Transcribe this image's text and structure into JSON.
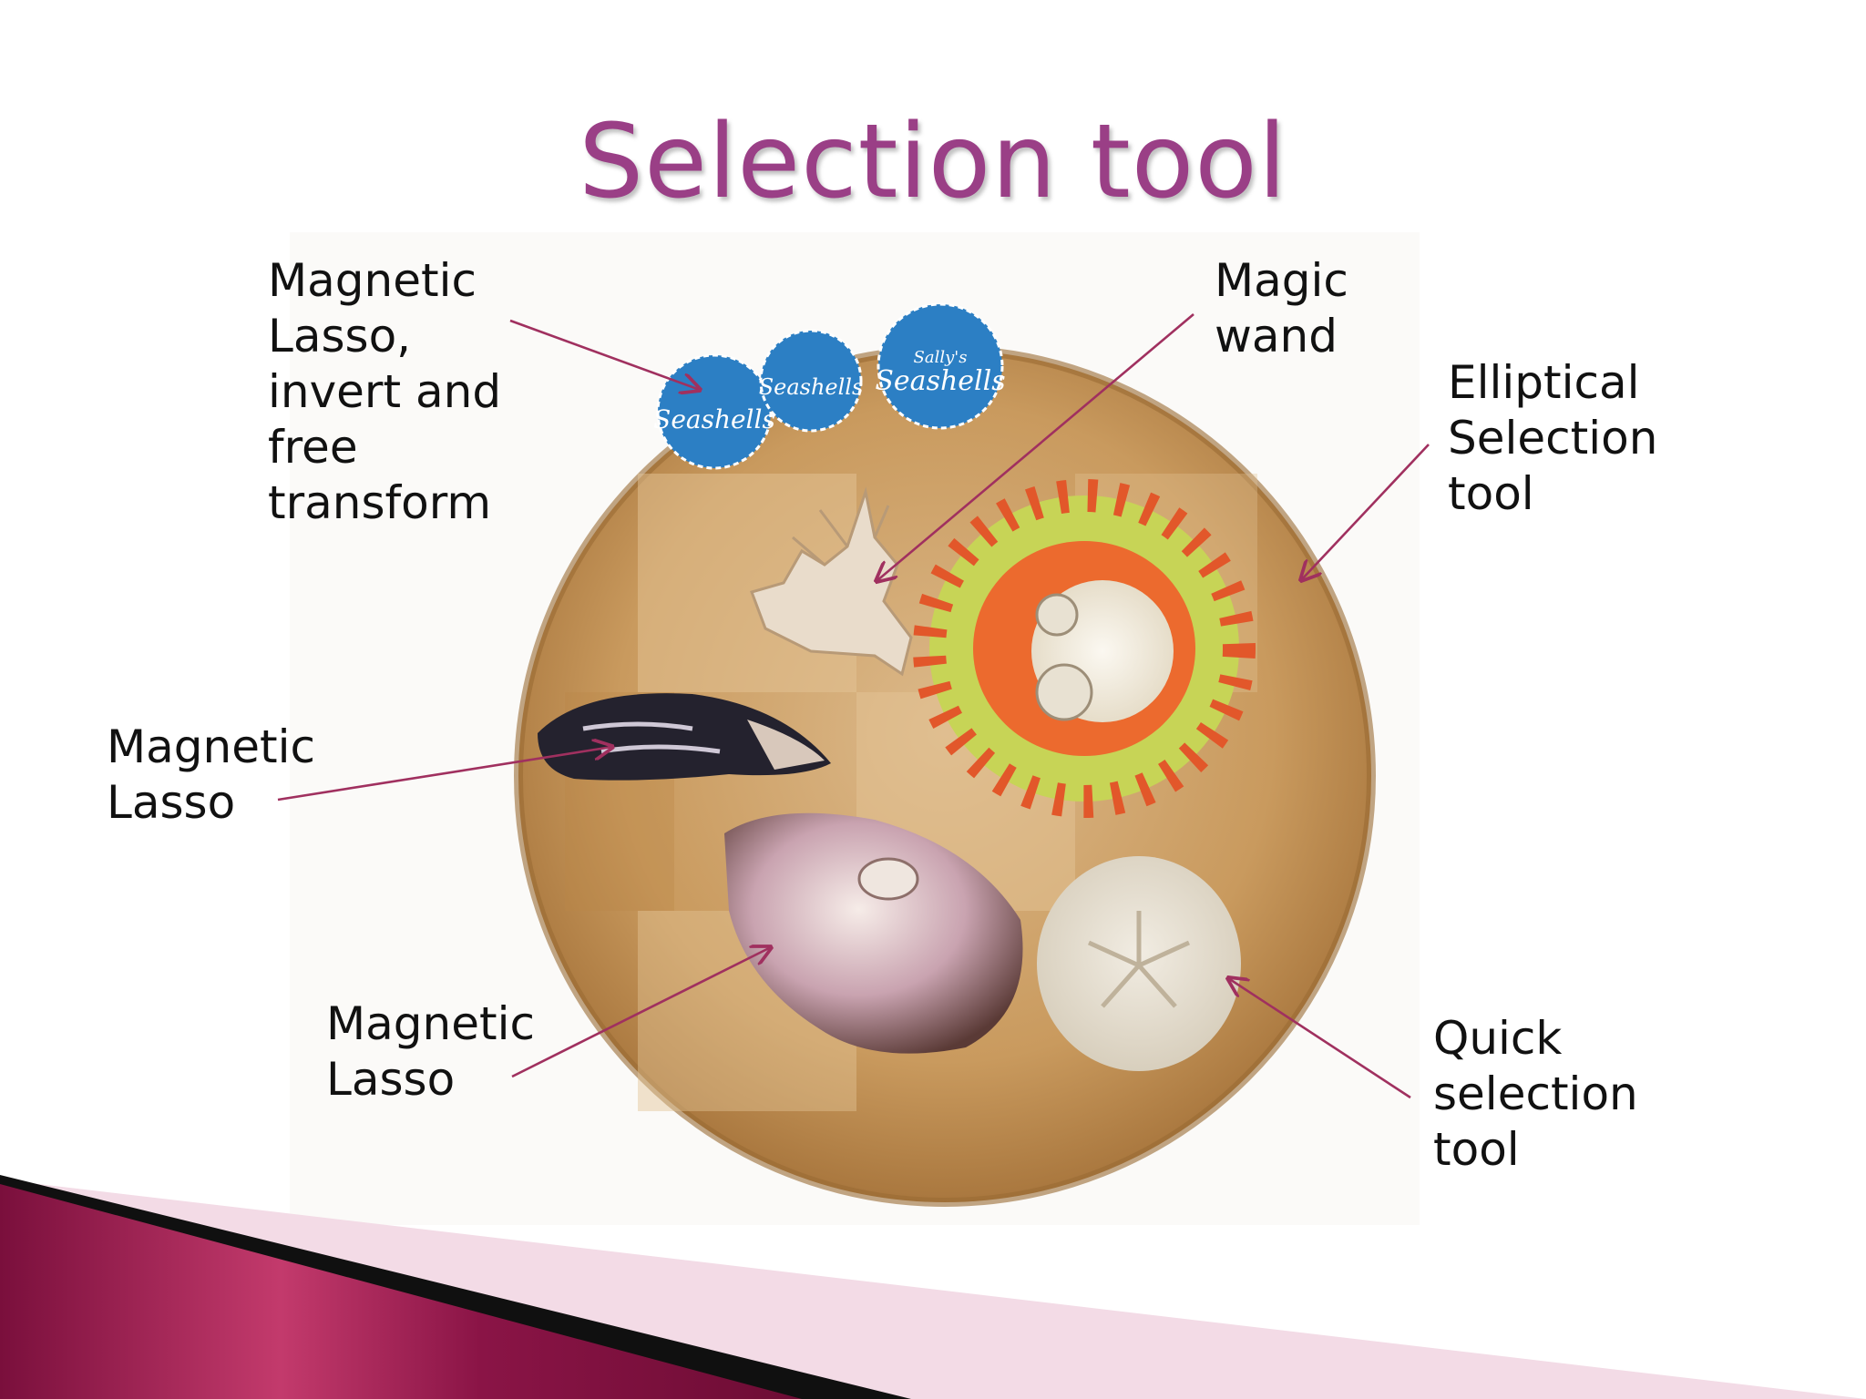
{
  "slide": {
    "title": "Selection tool",
    "accent_color": "#9a3f86",
    "ribbon_color": "#8a1446",
    "labels": {
      "magnetic_lasso_invert": "Magnetic\nLasso,\ninvert and\nfree\ntransform",
      "magic_wand": "Magic\nwand",
      "elliptical_selection": "Elliptical\nSelection\ntool",
      "magnetic_lasso_mussel": "Magnetic\nLasso",
      "magnetic_lasso_nautilus": "Magnetic\nLasso",
      "quick_selection": "Quick\nselection\ntool"
    },
    "sticker_text": {
      "top": "Sally's",
      "bottom": "Seashells"
    }
  }
}
